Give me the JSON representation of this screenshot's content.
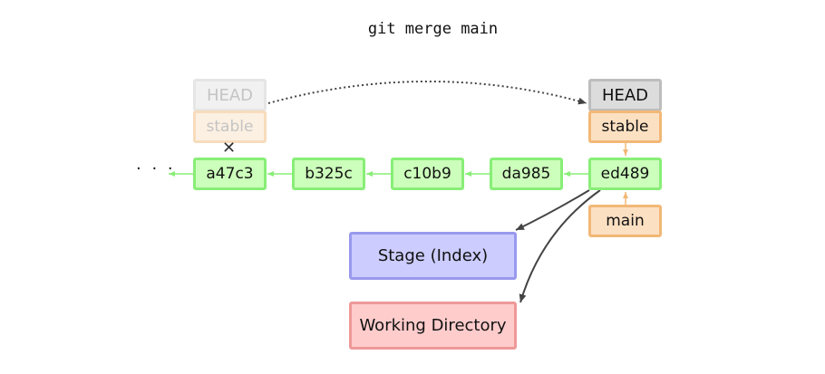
{
  "command": "git merge main",
  "history_ellipsis": "· · ·",
  "previous_state": {
    "head_label": "HEAD",
    "branch_label": "stable",
    "detached_mark": "✕"
  },
  "current_state": {
    "head_label": "HEAD",
    "branch_label": "stable"
  },
  "commits": [
    "a47c3",
    "b325c",
    "c10b9",
    "da985",
    "ed489"
  ],
  "main_branch_label": "main",
  "stage_label": "Stage (Index)",
  "working_directory_label": "Working Directory",
  "colors": {
    "commit_fill": "#ccffbb",
    "commit_border": "#88ee77",
    "branch_fill": "#fce0c2",
    "branch_border": "#f2b877",
    "head_fill": "#dcdcdc",
    "stage_fill": "#ccccff",
    "working_directory_fill": "#ffcccc",
    "arrow_dark": "#444444"
  }
}
